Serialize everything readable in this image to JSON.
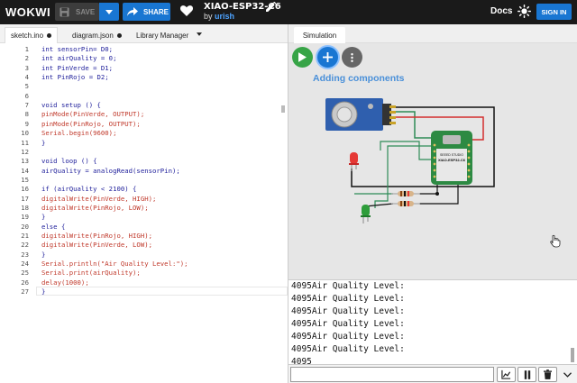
{
  "topbar": {
    "logo": "WOKWI",
    "save_label": "SAVE",
    "share_label": "SHARE",
    "project_title": "XIAO-ESP32-C6",
    "by_label": "by",
    "username": "urish",
    "docs_label": "Docs",
    "signin_label": "SIGN IN"
  },
  "editor": {
    "tabs": [
      {
        "label": "sketch.ino",
        "modified": true
      },
      {
        "label": "diagram.json",
        "modified": true
      },
      {
        "label": "Library Manager"
      }
    ],
    "lines": [
      {
        "n": "1",
        "text": "int sensorPin= D0;"
      },
      {
        "n": "2",
        "text": "int airQuality = 0;"
      },
      {
        "n": "3",
        "text": "int PinVerde = D1;"
      },
      {
        "n": "4",
        "text": "int PinRojo = D2;"
      },
      {
        "n": "5",
        "text": ""
      },
      {
        "n": "6",
        "text": ""
      },
      {
        "n": "7",
        "text": "void setup () {"
      },
      {
        "n": "8",
        "text": "pinMode(PinVerde, OUTPUT);"
      },
      {
        "n": "9",
        "text": "pinMode(PinRojo, OUTPUT);"
      },
      {
        "n": "10",
        "text": "Serial.begin(9600);"
      },
      {
        "n": "11",
        "text": "}"
      },
      {
        "n": "12",
        "text": ""
      },
      {
        "n": "13",
        "text": "void loop () {"
      },
      {
        "n": "14",
        "text": "airQuality = analogRead(sensorPin);"
      },
      {
        "n": "15",
        "text": ""
      },
      {
        "n": "16",
        "text": "if (airQuality < 2100) {"
      },
      {
        "n": "17",
        "text": "digitalWrite(PinVerde, HIGH);"
      },
      {
        "n": "18",
        "text": "digitalWrite(PinRojo, LOW);"
      },
      {
        "n": "19",
        "text": "}"
      },
      {
        "n": "20",
        "text": "else {"
      },
      {
        "n": "21",
        "text": "digitalWrite(PinRojo, HIGH);"
      },
      {
        "n": "22",
        "text": "digitalWrite(PinVerde, LOW);"
      },
      {
        "n": "23",
        "text": "}"
      },
      {
        "n": "24",
        "text": "Serial.println(\"Air Quality Level:\");"
      },
      {
        "n": "25",
        "text": "Serial.print(airQuality);"
      },
      {
        "n": "26",
        "text": "delay(1000);"
      },
      {
        "n": "27",
        "text": "}"
      }
    ]
  },
  "simulation": {
    "tab_label": "Simulation",
    "status_text": "Adding components",
    "board_label_top": "SEEED STUDIO",
    "board_label_main": "XIAO-ESP32-C6"
  },
  "console": {
    "lines": [
      "4095Air Quality Level:",
      "4095Air Quality Level:",
      "4095Air Quality Level:",
      "4095Air Quality Level:",
      "4095Air Quality Level:",
      "4095Air Quality Level:",
      "4095"
    ]
  },
  "colors": {
    "accent": "#1976d2",
    "play": "#37a447",
    "status_text": "#4a90d9"
  }
}
